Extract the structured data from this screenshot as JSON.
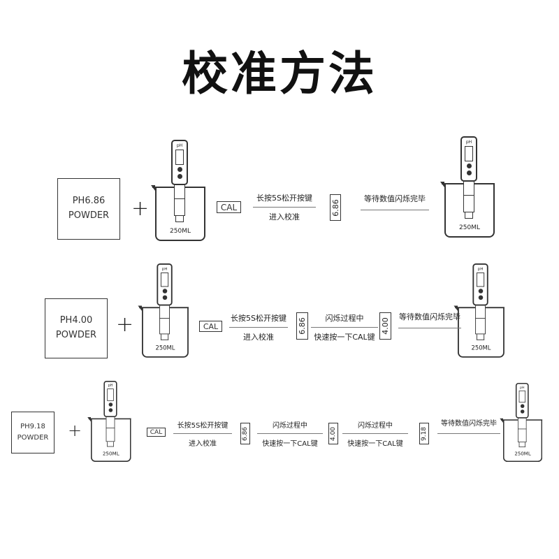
{
  "title": "校准方法",
  "beaker_label": "250ML",
  "pen_label": "pH",
  "rows": [
    {
      "powder": [
        "PH6.86",
        "POWDER"
      ],
      "cal": "CAL",
      "steps": [
        {
          "top": "长按5S松开按键",
          "bottom": "进入校准"
        }
      ],
      "readings": [
        "6.86"
      ],
      "final": "等待数值闪烁完毕"
    },
    {
      "powder": [
        "PH4.00",
        "POWDER"
      ],
      "cal": "CAL",
      "steps": [
        {
          "top": "长按5S松开按键",
          "bottom": "进入校准"
        },
        {
          "top": "闪烁过程中",
          "bottom": "快速按一下CAL键"
        }
      ],
      "readings": [
        "6.86",
        "4.00"
      ],
      "final": "等待数值闪烁完毕"
    },
    {
      "powder": [
        "PH9.18",
        "POWDER"
      ],
      "cal": "CAL",
      "steps": [
        {
          "top": "长按5S松开按键",
          "bottom": "进入校准"
        },
        {
          "top": "闪烁过程中",
          "bottom": "快速按一下CAL键"
        },
        {
          "top": "闪烁过程中",
          "bottom": "快速按一下CAL键"
        }
      ],
      "readings": [
        "6.86",
        "4.00",
        "9.18"
      ],
      "final": "等待数值闪烁完毕"
    }
  ],
  "plus": "+"
}
